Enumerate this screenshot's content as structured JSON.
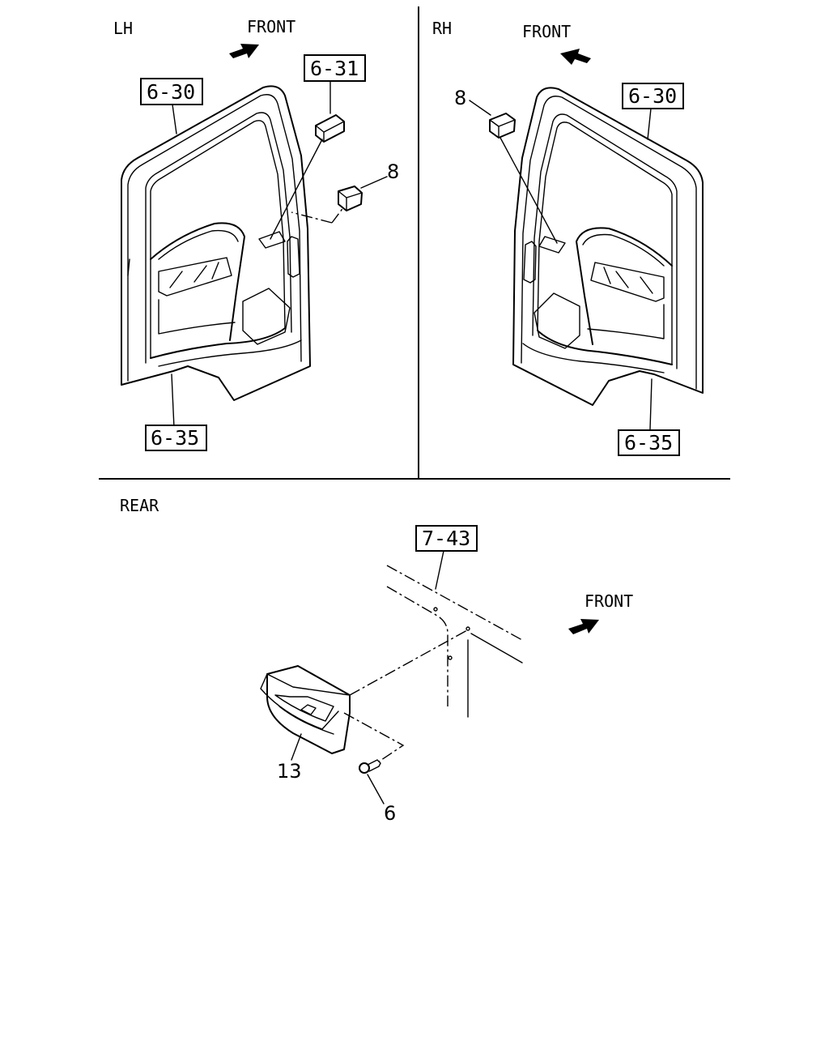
{
  "panels": {
    "lh": {
      "side_label": "LH",
      "front_label": "FRONT",
      "refs": {
        "door": "6-30",
        "switch": "6-31",
        "trim": "6-35"
      },
      "callout_clip": "8"
    },
    "rh": {
      "side_label": "RH",
      "front_label": "FRONT",
      "refs": {
        "door": "6-30",
        "trim": "6-35"
      },
      "callout_clip": "8"
    },
    "rear": {
      "side_label": "REAR",
      "front_label": "FRONT",
      "refs": {
        "panel": "7-43"
      },
      "callout_tray": "13",
      "callout_screw": "6"
    }
  },
  "icons": [
    "arrow-icon"
  ],
  "colors": {
    "ink": "#000000",
    "paper": "#ffffff"
  }
}
